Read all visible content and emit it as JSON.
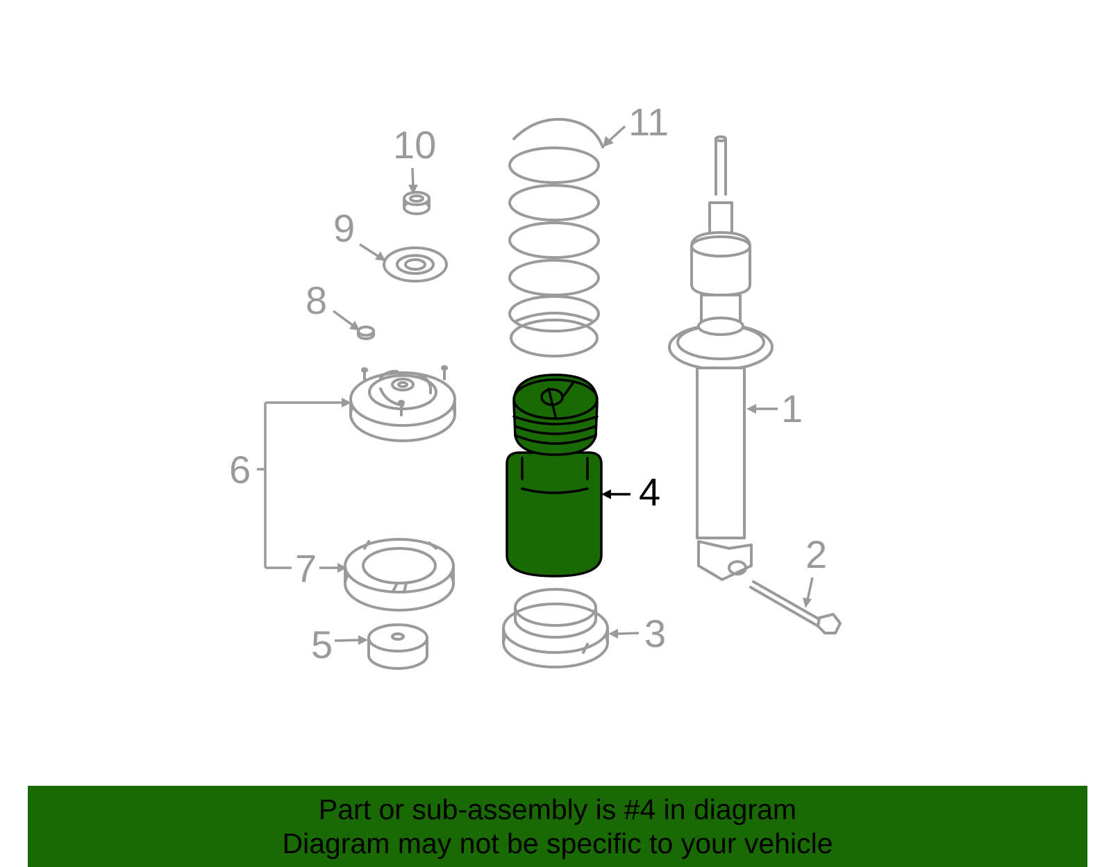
{
  "colors": {
    "highlight": "#1a6a04",
    "banner": "#1a6a04",
    "line_gray": "#9a9a9a"
  },
  "callouts": [
    {
      "id": "1",
      "label": "1",
      "selected": false
    },
    {
      "id": "2",
      "label": "2",
      "selected": false
    },
    {
      "id": "3",
      "label": "3",
      "selected": false
    },
    {
      "id": "4",
      "label": "4",
      "selected": true
    },
    {
      "id": "5",
      "label": "5",
      "selected": false
    },
    {
      "id": "6",
      "label": "6",
      "selected": false
    },
    {
      "id": "7",
      "label": "7",
      "selected": false
    },
    {
      "id": "8",
      "label": "8",
      "selected": false
    },
    {
      "id": "9",
      "label": "9",
      "selected": false
    },
    {
      "id": "10",
      "label": "10",
      "selected": false
    },
    {
      "id": "11",
      "label": "11",
      "selected": false
    }
  ],
  "banner": {
    "line1": "Part or sub-assembly is #4 in diagram",
    "line2": "Diagram may not be specific to your vehicle"
  }
}
